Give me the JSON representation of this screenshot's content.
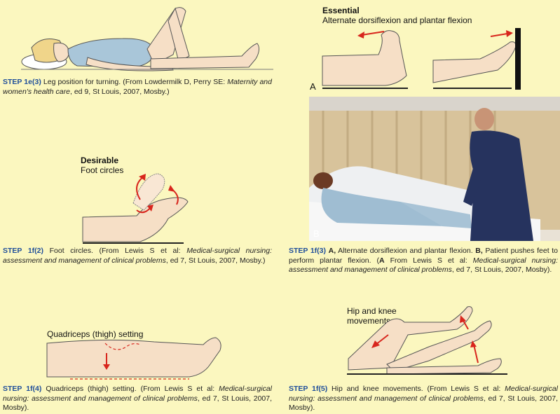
{
  "step_1e3": {
    "step": "STEP 1e(3)",
    "text_a": "Leg position for turning. (From Lowdermilk D, Perry SE: ",
    "title": "Maternity and women's health care",
    "text_b": ", ed 9, St Louis, 2007, Mosby.)"
  },
  "essential": {
    "heading": "Essential",
    "subheading": "Alternate dorsiflexion and plantar flexion",
    "letter_a": "A",
    "letter_b": "B"
  },
  "step_1f2": {
    "heading": "Desirable",
    "subheading": "Foot circles",
    "step": "STEP 1f(2)",
    "text_a": "Foot circles. (From Lewis S et al: ",
    "title": "Medical-surgical nursing: assessment and management of clinical problems",
    "text_b": ", ed 7, St Louis, 2007, Mosby.)"
  },
  "step_1f3": {
    "step": "STEP 1f(3)",
    "bold_a": "A,",
    "text_a": " Alternate dorsiflexion and plantar flexion. ",
    "bold_b": "B,",
    "text_b": " Patient pushes feet to perform plantar flexion. (",
    "bold_c": "A",
    "text_c": " From Lewis S et al: ",
    "title": "Medical-surgical nursing: assessment and management of clinical problems",
    "text_d": ", ed 7, St Louis, 2007, Mosby)."
  },
  "step_1f4": {
    "heading": "Quadriceps (thigh) setting",
    "step": "STEP 1f(4)",
    "text_a": "Quadriceps (thigh) setting. (From Lewis S et al: ",
    "title": "Medical-surgical nursing: assessment and management of clinical problems",
    "text_b": ", ed 7, St Louis, 2007, Mosby)."
  },
  "step_1f5": {
    "heading_line1": "Hip and knee",
    "heading_line2": "movements",
    "step": "STEP 1f(5)",
    "text_a": "Hip and knee movements. (From Lewis S et al: ",
    "title": "Medical-surgical nursing: assessment and management of clinical problems",
    "text_b": ", ed 7, St Louis, 2007, Mosby)."
  },
  "colors": {
    "background": "#fbf7bf",
    "step_blue": "#1f4e9a",
    "arrow_red": "#d8261d",
    "skin": "#f6dfc6",
    "gown": "#a9c6d9"
  }
}
